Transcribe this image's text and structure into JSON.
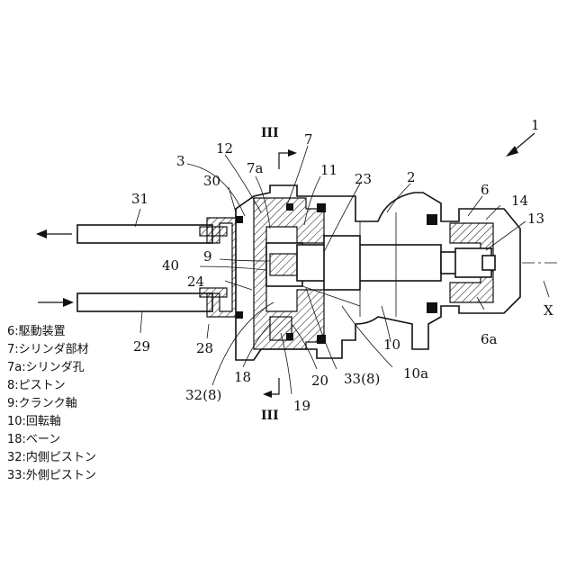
{
  "labels": {
    "n1": "1",
    "n2": "2",
    "n3": "3",
    "n6": "6",
    "n6a": "6a",
    "n7": "7",
    "n7a": "7a",
    "n9": "9",
    "n10": "10",
    "n10a": "10a",
    "n11": "11",
    "n12": "12",
    "n13": "13",
    "n14": "14",
    "n18": "18",
    "n19": "19",
    "n20": "20",
    "n23": "23",
    "n24": "24",
    "n28": "28",
    "n29": "29",
    "n30": "30",
    "n31": "31",
    "n32": "32(8)",
    "n33": "33(8)",
    "n40": "40",
    "x": "X",
    "sec_top": "III",
    "sec_bottom": "III"
  },
  "legend": [
    "6:駆動装置",
    "7:シリンダ部材",
    "7a:シリンダ孔",
    "8:ピストン",
    "9:クランク軸",
    "10:回転軸",
    "18:ベーン",
    "32:内側ピストン",
    "33:外側ピストン"
  ]
}
